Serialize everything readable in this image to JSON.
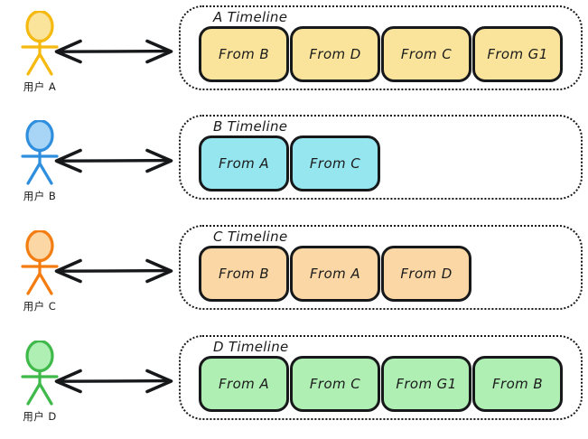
{
  "diagram": {
    "title": "User timeline fan-out diagram",
    "arrow_icon": "double-headed-arrow-icon",
    "actor_icon": "stick-figure-icon"
  },
  "colors": {
    "yellow": "#FAE49C",
    "yellow_stroke": "#F5B90F",
    "blue": "#96E6EF",
    "blue_stroke": "#2F8FDE",
    "orange": "#FAD7A5",
    "orange_stroke": "#F47C10",
    "green": "#AFEFB4",
    "green_stroke": "#3FB94A",
    "ink": "#16181a",
    "background": "#ffffff"
  },
  "rows": [
    {
      "actor_label": "用户 A",
      "actor_color": "#FAE49C",
      "actor_stroke": "#F5B90F",
      "timeline_title": "A Timeline",
      "card_color": "#FAE49C",
      "cards": [
        {
          "label": "From B"
        },
        {
          "label": "From D"
        },
        {
          "label": "From C"
        },
        {
          "label": "From G1"
        }
      ]
    },
    {
      "actor_label": "用户 B",
      "actor_color": "#A8D4F5",
      "actor_stroke": "#2F8FDE",
      "timeline_title": "B Timeline",
      "card_color": "#96E6EF",
      "cards": [
        {
          "label": "From A"
        },
        {
          "label": "From C"
        }
      ]
    },
    {
      "actor_label": "用户 C",
      "actor_color": "#FAD7A5",
      "actor_stroke": "#F47C10",
      "timeline_title": "C Timeline",
      "card_color": "#FAD7A5",
      "cards": [
        {
          "label": "From B"
        },
        {
          "label": "From A"
        },
        {
          "label": "From D"
        }
      ]
    },
    {
      "actor_label": "用户 D",
      "actor_color": "#AFEFB4",
      "actor_stroke": "#3FB94A",
      "timeline_title": "D Timeline",
      "card_color": "#AFEFB4",
      "cards": [
        {
          "label": "From A"
        },
        {
          "label": "From C"
        },
        {
          "label": "From G1"
        },
        {
          "label": "From B"
        }
      ]
    }
  ]
}
